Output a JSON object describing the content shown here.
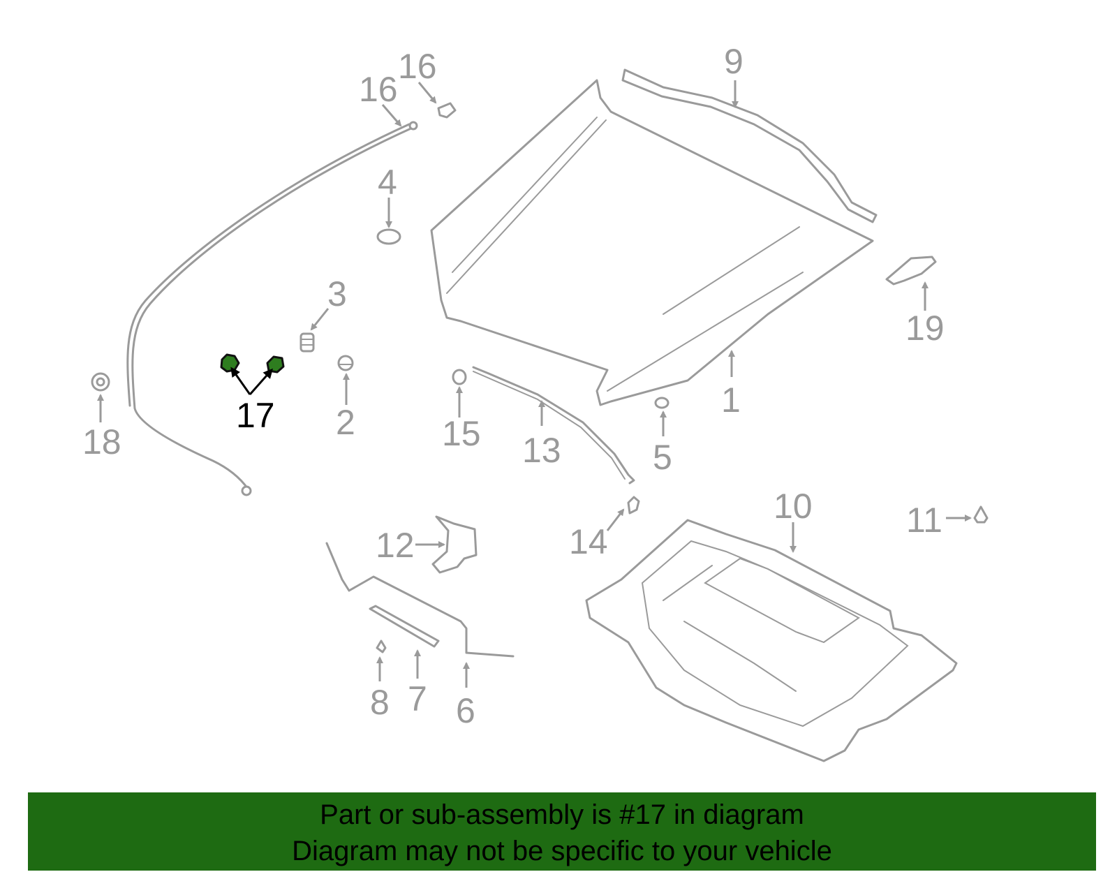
{
  "diagram": {
    "callouts": {
      "c1": "1",
      "c2": "2",
      "c3": "3",
      "c4": "4",
      "c5": "5",
      "c6": "6",
      "c7": "7",
      "c8": "8",
      "c9": "9",
      "c10": "10",
      "c11": "11",
      "c12": "12",
      "c13": "13",
      "c14": "14",
      "c15": "15",
      "c16a": "16",
      "c16b": "16",
      "c17": "17",
      "c18": "18",
      "c19": "19"
    },
    "highlighted_part": "17",
    "colors": {
      "part_line": "#9a9a9a",
      "highlight_fill": "#2e7d1f",
      "banner_bg": "#1e6b12"
    }
  },
  "banner": {
    "line1": "Part or sub-assembly is #17 in diagram",
    "line2": "Diagram may not be specific to your vehicle"
  }
}
